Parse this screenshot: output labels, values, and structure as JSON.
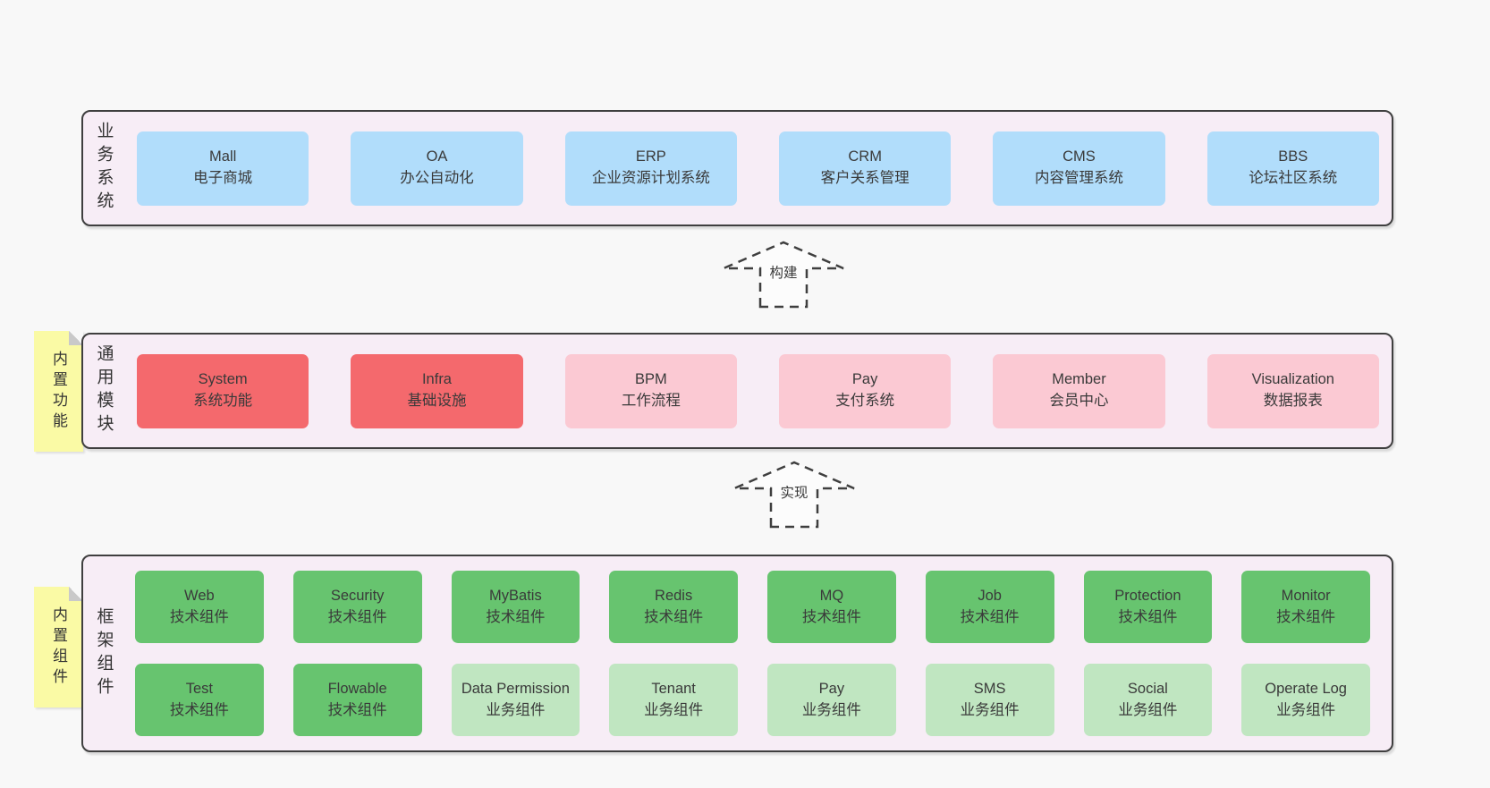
{
  "colors": {
    "page_bg": "#f8f8f8",
    "layer_bg": "#f7edf6",
    "layer_border": "#3f3f3f",
    "blue": "#b1ddfb",
    "red": "#f4696d",
    "pink": "#fbc9d3",
    "green": "#67c46f",
    "light_green": "#c0e6c1",
    "note_yellow": "#fafaa5",
    "note_fold": "#c9c9c9",
    "text": "#3a3a3a"
  },
  "arrows": [
    {
      "label": "构建"
    },
    {
      "label": "实现"
    }
  ],
  "layers": [
    {
      "label": "业务系统",
      "items": [
        {
          "title": "Mall",
          "subtitle": "电子商城"
        },
        {
          "title": "OA",
          "subtitle": "办公自动化"
        },
        {
          "title": "ERP",
          "subtitle": "企业资源计划系统"
        },
        {
          "title": "CRM",
          "subtitle": "客户关系管理"
        },
        {
          "title": "CMS",
          "subtitle": "内容管理系统"
        },
        {
          "title": "BBS",
          "subtitle": "论坛社区系统"
        }
      ]
    },
    {
      "label": "通用模块",
      "note": "内置功能",
      "items": [
        {
          "title": "System",
          "subtitle": "系统功能"
        },
        {
          "title": "Infra",
          "subtitle": "基础设施"
        },
        {
          "title": "BPM",
          "subtitle": "工作流程"
        },
        {
          "title": "Pay",
          "subtitle": "支付系统"
        },
        {
          "title": "Member",
          "subtitle": "会员中心"
        },
        {
          "title": "Visualization",
          "subtitle": "数据报表"
        }
      ]
    },
    {
      "label": "框架组件",
      "note": "内置组件",
      "items": [
        {
          "title": "Web",
          "subtitle": "技术组件"
        },
        {
          "title": "Security",
          "subtitle": "技术组件"
        },
        {
          "title": "MyBatis",
          "subtitle": "技术组件"
        },
        {
          "title": "Redis",
          "subtitle": "技术组件"
        },
        {
          "title": "MQ",
          "subtitle": "技术组件"
        },
        {
          "title": "Job",
          "subtitle": "技术组件"
        },
        {
          "title": "Protection",
          "subtitle": "技术组件"
        },
        {
          "title": "Monitor",
          "subtitle": "技术组件"
        },
        {
          "title": "Test",
          "subtitle": "技术组件"
        },
        {
          "title": "Flowable",
          "subtitle": "技术组件"
        },
        {
          "title": "Data Permission",
          "subtitle": "业务组件"
        },
        {
          "title": "Tenant",
          "subtitle": "业务组件"
        },
        {
          "title": "Pay",
          "subtitle": "业务组件"
        },
        {
          "title": "SMS",
          "subtitle": "业务组件"
        },
        {
          "title": "Social",
          "subtitle": "业务组件"
        },
        {
          "title": "Operate Log",
          "subtitle": "业务组件"
        }
      ]
    }
  ]
}
